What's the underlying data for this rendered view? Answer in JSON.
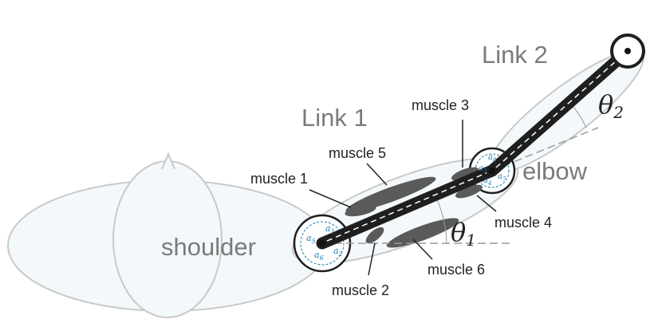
{
  "labels": {
    "link1": "Link 1",
    "link2": "Link 2",
    "shoulder": "shoulder",
    "elbow": "elbow",
    "muscle1": "muscle 1",
    "muscle2": "muscle 2",
    "muscle3": "muscle 3",
    "muscle4": "muscle 4",
    "muscle5": "muscle 5",
    "muscle6": "muscle 6",
    "theta1": "θ",
    "theta1_sub": "1",
    "theta2": "θ",
    "theta2_sub": "2"
  },
  "moment_arms": {
    "a1": "a",
    "a1_sub": "1",
    "a2": "a",
    "a2_sub": "2",
    "a3": "a",
    "a3_sub": "3",
    "a4": "a",
    "a4_sub": "4",
    "a5": "a",
    "a5_sub": "5",
    "a6": "a",
    "a6_sub": "6",
    "a7": "a",
    "a7_sub": "7",
    "a8": "a",
    "a8_sub": "8"
  },
  "colors": {
    "link": "#1f1f1f",
    "muscle": "#5a5a5a",
    "body_outline": "#c9c9c9",
    "body_fill": "#f3f8fb",
    "moment_arm": "#1a7fb0",
    "label_grey": "#7a7a7a"
  }
}
